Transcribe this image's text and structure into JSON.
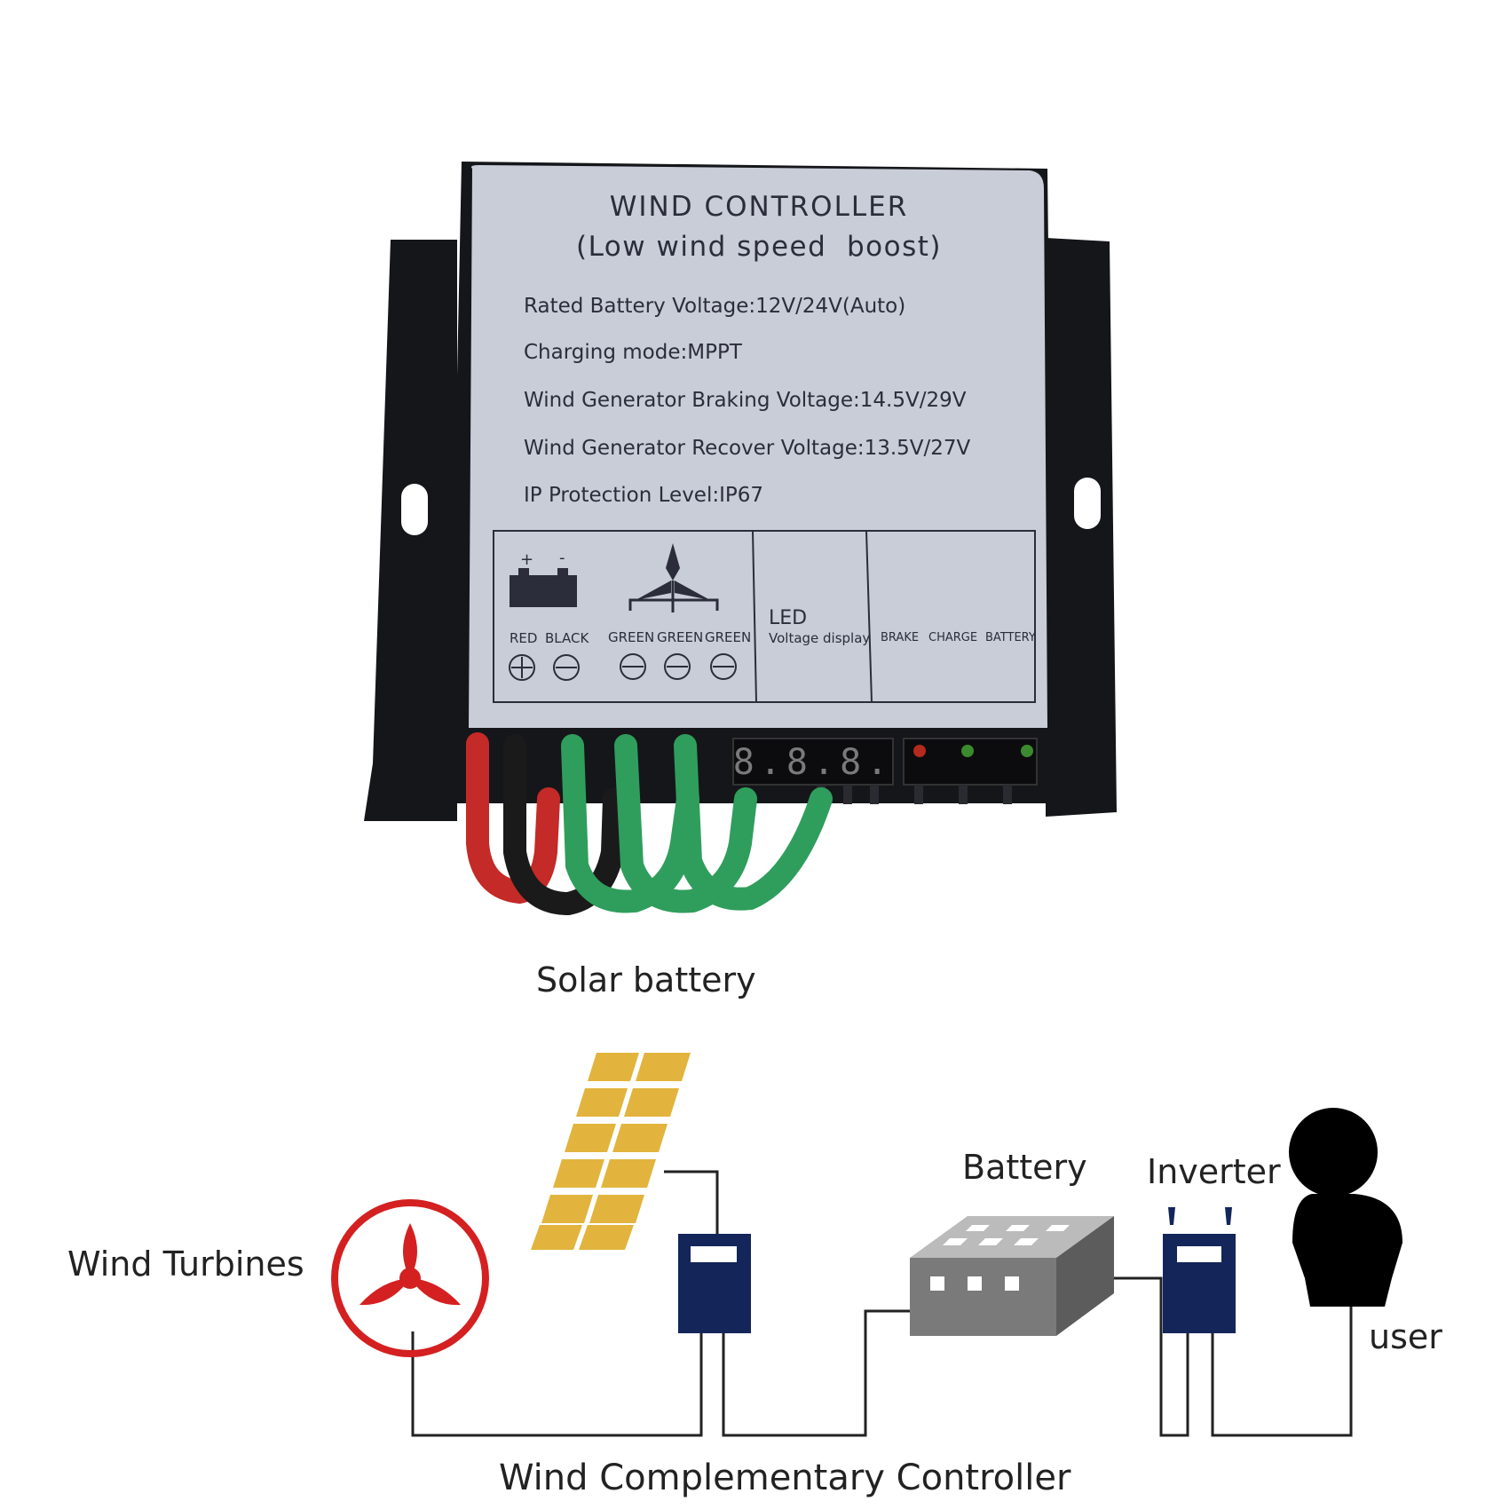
{
  "device": {
    "title": "WIND CONTROLLER",
    "subtitle": "(Low wind speed  boost)",
    "specs": [
      "Rated Battery Voltage:12V/24V(Auto)",
      "Charging mode:MPPT",
      "Wind Generator Braking Voltage:14.5V/29V",
      "Wind Generator Recover Voltage:13.5V/27V",
      "IP Protection Level:IP67"
    ],
    "battery_terminals": {
      "plus": "+",
      "minus": "-"
    },
    "wire_labels": [
      "RED",
      "BLACK",
      "GREEN",
      "GREEN",
      "GREEN"
    ],
    "led_title": "LED",
    "led_subtitle": "Voltage display",
    "indicators": [
      "BRAKE",
      "CHARGE",
      "BATTERY"
    ],
    "display_value": "8.8.8.",
    "colors": {
      "plate": "#c8cdd8",
      "body": "#15161a",
      "red_wire": "#c42a27",
      "black_wire": "#1a1a1a",
      "green_wire": "#2f9e5c"
    }
  },
  "diagram": {
    "solar_label": "Solar battery",
    "turbine_label": "Wind Turbines",
    "battery_label": "Battery",
    "inverter_label": "Inverter",
    "user_label": "user",
    "controller_label": "Wind Complementary Controller",
    "colors": {
      "turbine": "#d42020",
      "panel": "#e2b43d",
      "controller": "#14255a",
      "battery": "#7a7a7a",
      "line": "#222222"
    }
  }
}
